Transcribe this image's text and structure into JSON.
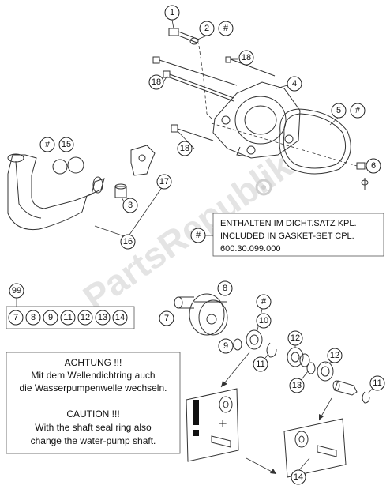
{
  "callouts": {
    "c1": "1",
    "c2": "2",
    "c2_hash": "#",
    "c18a": "18",
    "c18b": "18",
    "c4": "4",
    "c5": "5",
    "c5_hash": "#",
    "c6": "6",
    "c18c": "18",
    "c15_hash": "#",
    "c15": "15",
    "c3": "3",
    "c17": "17",
    "c16": "16",
    "gasket_hash": "#",
    "c99": "99",
    "c8": "8",
    "c7": "7",
    "c10_hash": "#",
    "c10": "10",
    "c9": "9",
    "c11a": "11",
    "c12a": "12",
    "c12b": "12",
    "c13": "13",
    "c11b": "11",
    "c14": "14"
  },
  "kit_box": {
    "items": [
      "7",
      "8",
      "9",
      "11",
      "12",
      "13",
      "14"
    ]
  },
  "gasket_note": {
    "line1": "ENTHALTEN IM DICHT.SATZ KPL.",
    "line2": "INCLUDED IN GASKET-SET CPL.",
    "line3": "600.30.099.000"
  },
  "warning": {
    "de_title": "ACHTUNG !!!",
    "de_line1": "Mit dem Wellendichtring auch",
    "de_line2": "die Wasserpumpenwelle wechseln.",
    "en_title": "CAUTION !!!",
    "en_line1": "With the shaft seal ring also",
    "en_line2": "change the water-pump shaft."
  },
  "warning_symbol": {
    "exclamation": "!",
    "plus": "+"
  },
  "watermark": "PartsRepublik"
}
